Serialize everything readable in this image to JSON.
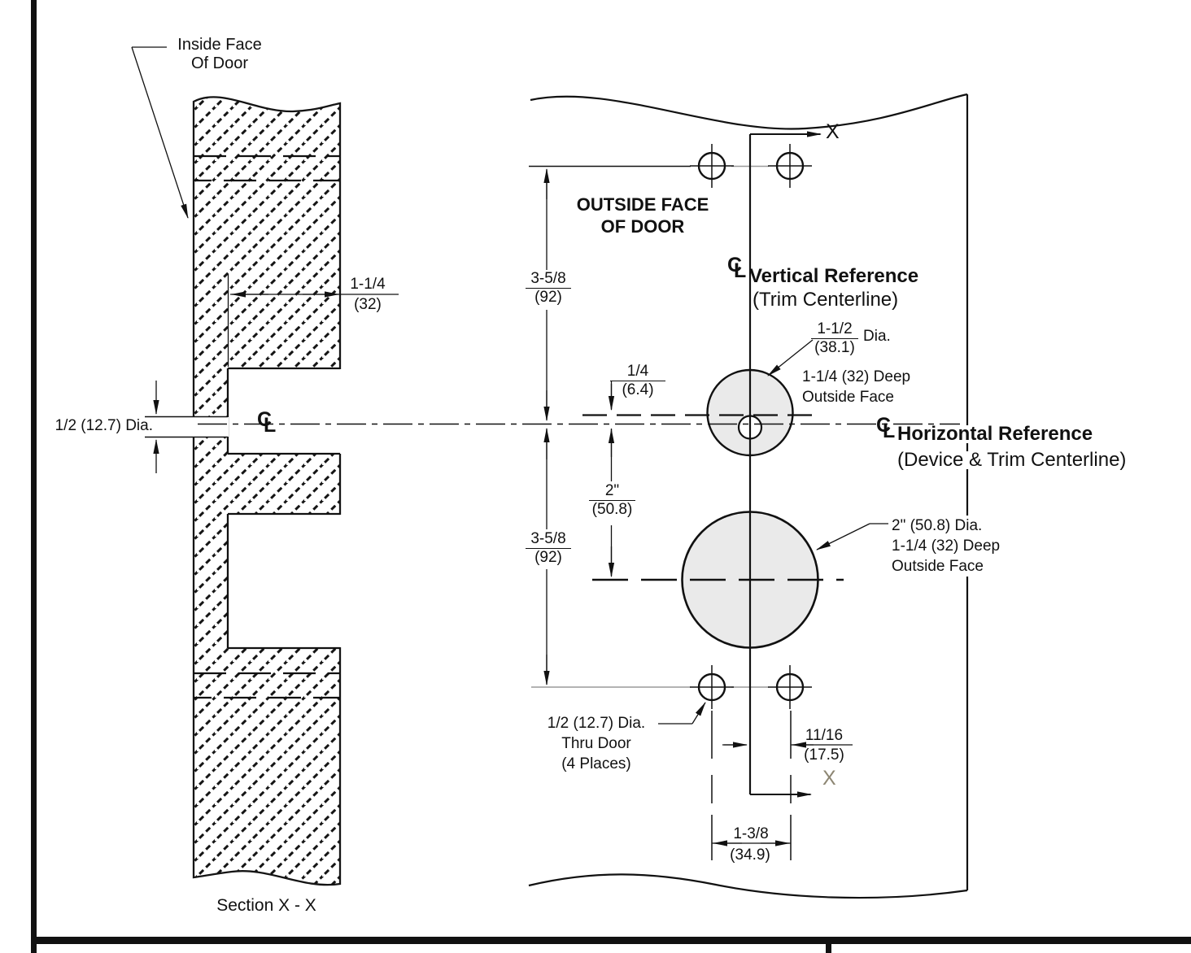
{
  "page": {
    "ink": "#111111",
    "gray_line": "#9a9a9a",
    "hole_fill": "#eaeaea",
    "x_bottom_color": "#8d8673"
  },
  "section": {
    "callout_inside_face": [
      "Inside Face",
      "Of Door"
    ],
    "dim_depth": {
      "in": "1-1/4",
      "mm": "(32)"
    },
    "dim_hole": "1/2 (12.7) Dia.",
    "cl": {
      "c": "C",
      "l": "L"
    },
    "caption": "Section X - X"
  },
  "elevation": {
    "outside_face": [
      "OUTSIDE FACE",
      "OF DOOR"
    ],
    "axis_top": "X",
    "axis_bottom": "X",
    "vertical_ref": {
      "title": "Vertical Reference",
      "subtitle": "(Trim Centerline)"
    },
    "horizontal_ref": {
      "title": "Horizontal Reference",
      "subtitle": "(Device & Trim Centerline)"
    },
    "cl": {
      "c": "C",
      "l": "L"
    },
    "dim_top_offset": {
      "in": "3-5/8",
      "mm": "(92)"
    },
    "dim_bottom_offset": {
      "in": "3-5/8",
      "mm": "(92)"
    },
    "dim_quarter": {
      "in": "1/4",
      "mm": "(6.4)"
    },
    "dim_two": {
      "in": "2\"",
      "mm": "(50.8)"
    },
    "dim_screw_x": {
      "in": "11/16",
      "mm": "(17.5)"
    },
    "dim_screw_span": {
      "in": "1-3/8",
      "mm": "(34.9)"
    },
    "callout_cylinder": {
      "in": "1-1/2",
      "mm": "(38.1)",
      "dia": "Dia.",
      "depth": "1-1/4 (32) Deep",
      "face": "Outside Face"
    },
    "callout_large_hole": {
      "dia": "2\" (50.8) Dia.",
      "depth": "1-1/4 (32) Deep",
      "face": "Outside Face"
    },
    "callout_thru": [
      "1/2 (12.7) Dia.",
      "Thru Door",
      "(4 Places)"
    ]
  }
}
